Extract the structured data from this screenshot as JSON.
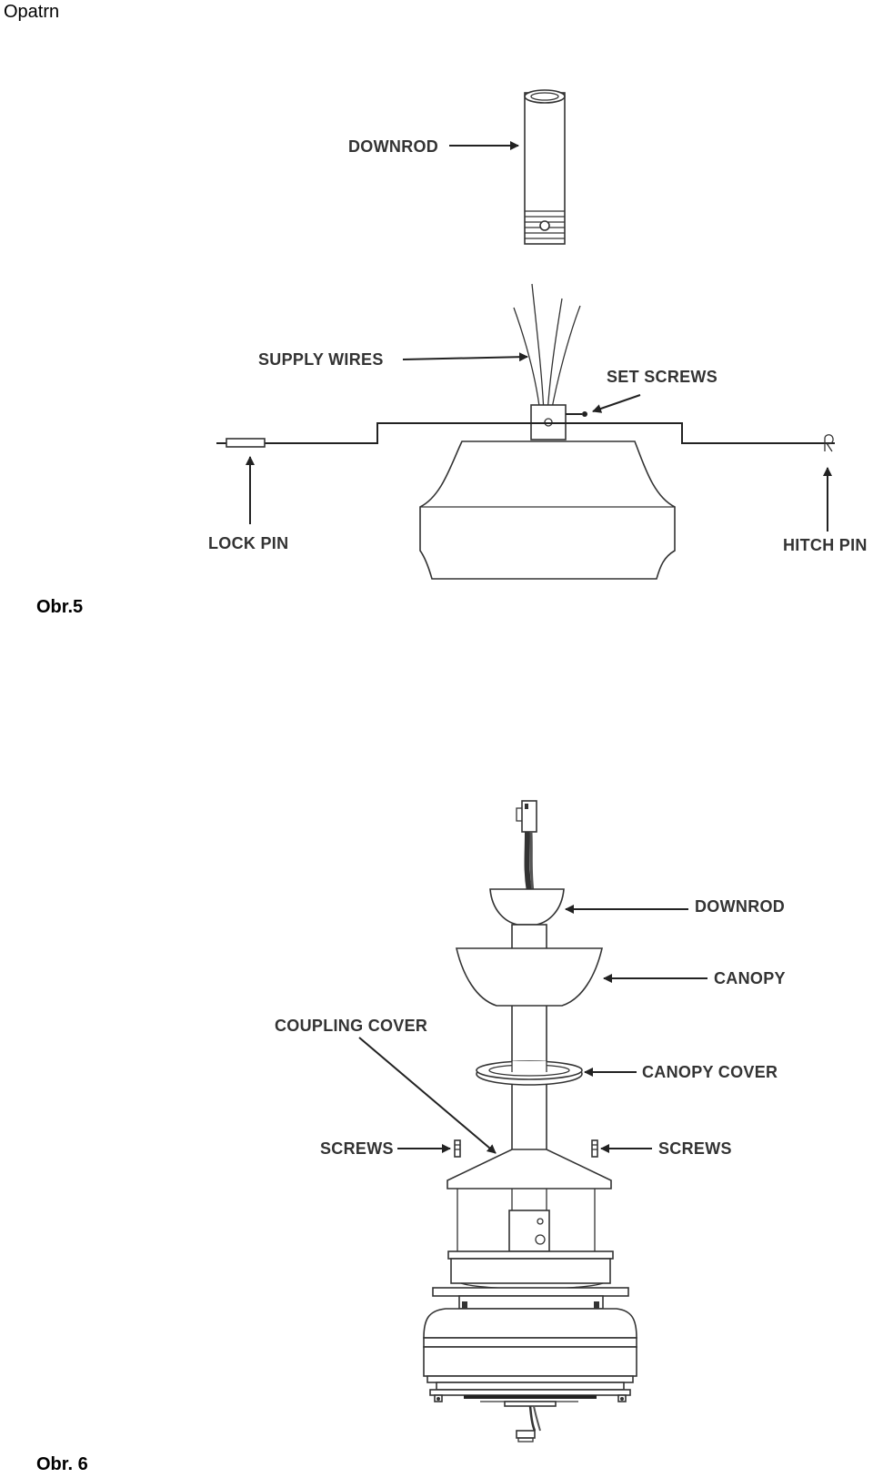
{
  "header": {
    "title": "Opatrn"
  },
  "figure5": {
    "caption": "Obr.5",
    "labels": {
      "downrod": "DOWNROD",
      "supply_wires": "SUPPLY WIRES",
      "set_screws": "SET SCREWS",
      "lock_pin": "LOCK PIN",
      "hitch_pin": "HITCH PIN"
    }
  },
  "figure6": {
    "caption": "Obr. 6",
    "labels": {
      "downrod": "DOWNROD",
      "canopy": "CANOPY",
      "coupling_cover": "COUPLING COVER",
      "canopy_cover": "CANOPY COVER",
      "screws_left": "SCREWS",
      "screws_right": "SCREWS"
    }
  }
}
